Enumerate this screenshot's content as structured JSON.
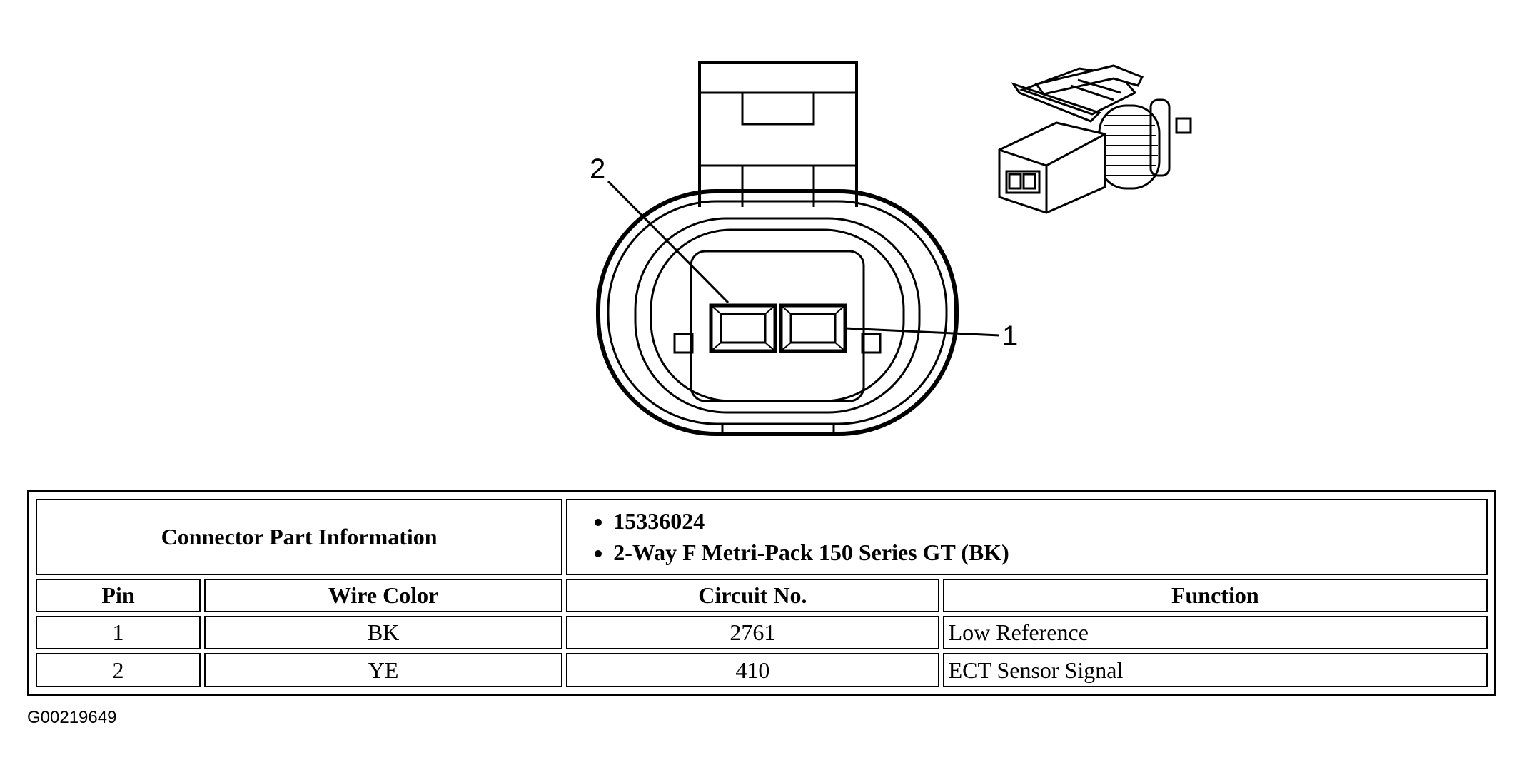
{
  "diagram": {
    "pin_callouts": [
      "1",
      "2"
    ]
  },
  "table": {
    "part_info_label": "Connector Part Information",
    "part_info_items": [
      "15336024",
      "2-Way F Metri-Pack 150 Series GT (BK)"
    ],
    "columns": [
      "Pin",
      "Wire Color",
      "Circuit No.",
      "Function"
    ],
    "rows": [
      {
        "pin": "1",
        "wire_color": "BK",
        "circuit": "2761",
        "function": "Low Reference"
      },
      {
        "pin": "2",
        "wire_color": "YE",
        "circuit": "410",
        "function": "ECT Sensor Signal"
      }
    ]
  },
  "figure_id": "G00219649"
}
